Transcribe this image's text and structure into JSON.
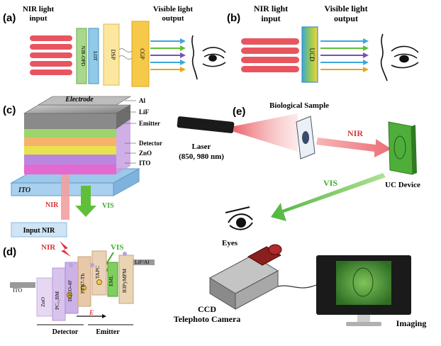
{
  "panel_a": {
    "label": "(a)",
    "input": [
      "NIR light",
      "input"
    ],
    "output": [
      "Visible light",
      "output"
    ],
    "layers": [
      "NIR-OPD",
      "LOT",
      "DSP",
      "CGP"
    ]
  },
  "panel_b": {
    "label": "(b)",
    "input": [
      "NIR light",
      "input"
    ],
    "output": [
      "Visible light",
      "output"
    ],
    "device": "UCD"
  },
  "panel_c": {
    "label": "(c)",
    "electrode": "Electrode",
    "layers": [
      "Al",
      "LiF",
      "Emitter",
      "Detector",
      "ZnO",
      "ITO"
    ],
    "ito": "ITO",
    "nir": "NIR",
    "vis": "VIS",
    "input_nir": "Input NIR"
  },
  "panel_d": {
    "label": "(d)",
    "nir": "NIR",
    "vis": "VIS",
    "ito": "ITO",
    "layers": [
      "ZnO",
      "PC₇₁BM",
      "IEICO-4F",
      "PTB7-Th",
      "TAPC",
      "EML",
      "B3PyMPM",
      "LiF/Al"
    ],
    "e_label": "E",
    "detector": "Detector",
    "emitter": "Emitter"
  },
  "panel_e": {
    "label": "(e)",
    "title": "Biological Sample",
    "laser": [
      "Laser",
      "(850, 980 nm)"
    ],
    "nir": "NIR",
    "vis": "VIS",
    "uc_device": "UC Device",
    "eyes": "Eyes",
    "camera": [
      "CCD",
      "Telephoto Camera"
    ],
    "imaging": "Imaging"
  },
  "colors": {
    "nir_red": "#e8555f",
    "vis_green": "#5fbf3a",
    "screen_green": "#4f9a3a"
  }
}
